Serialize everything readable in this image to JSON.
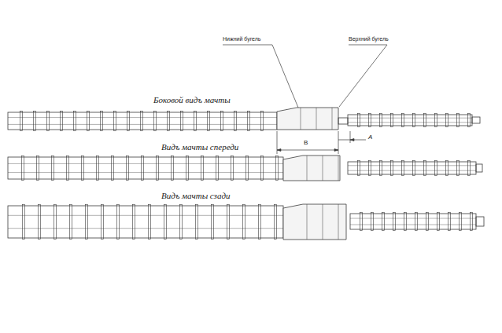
{
  "diagram": {
    "labels": [
      "Нижний бугель",
      "Верхний бугель",
      "Боковой видъ мачты",
      "Видъ мачты спереди",
      "Видъ мачты сзади",
      "В",
      "А"
    ]
  }
}
